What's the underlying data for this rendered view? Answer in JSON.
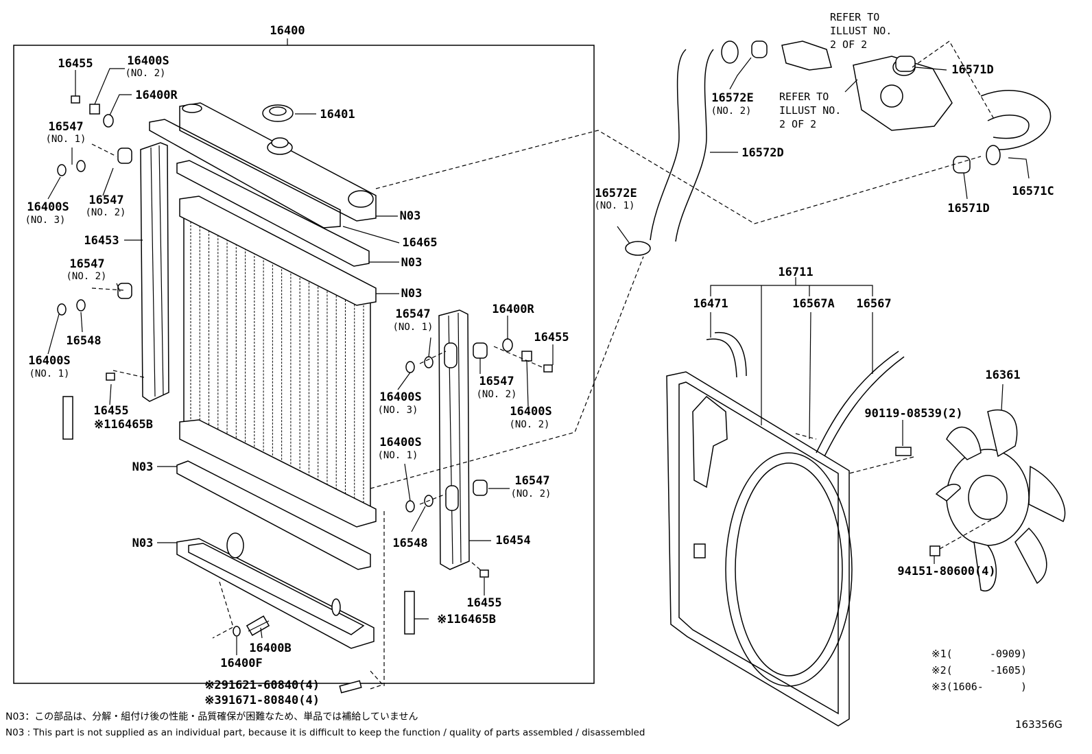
{
  "assembly": "16400",
  "labels": {
    "p16455a": "16455",
    "p16400s_a": "16400S",
    "p16400s_a_sub": "(NO. 2)",
    "p16400r_a": "16400R",
    "p16401": "16401",
    "p16547_a": "16547",
    "p16547_a_sub": "(NO. 1)",
    "p16400s_b": "16400S",
    "p16400s_b_sub": "(NO. 3)",
    "p16547_b": "16547",
    "p16547_b_sub": "(NO. 2)",
    "p16453": "16453",
    "p16547_c": "16547",
    "p16547_c_sub": "(NO. 2)",
    "p16548_a": "16548",
    "p16400s_c": "16400S",
    "p16400s_c_sub": "(NO. 1)",
    "p16455b": "16455",
    "p16465b_a": "※116465B",
    "n03_a": "N03",
    "p16465": "16465",
    "n03_b": "N03",
    "n03_c": "N03",
    "n03_d": "N03",
    "n03_e": "N03",
    "p16547_d": "16547",
    "p16547_d_sub": "(NO. 1)",
    "p16400r_b": "16400R",
    "p16455c": "16455",
    "p16547_e": "16547",
    "p16547_e_sub": "(NO. 2)",
    "p16400s_d": "16400S",
    "p16400s_d_sub": "(NO. 3)",
    "p16400s_e": "16400S",
    "p16400s_e_sub": "(NO. 2)",
    "p16400s_f": "16400S",
    "p16400s_f_sub": "(NO. 1)",
    "p16547_f": "16547",
    "p16547_f_sub": "(NO. 2)",
    "p16548_b": "16548",
    "p16454": "16454",
    "p16455d": "16455",
    "p16465b_b": "※116465B",
    "p16400b": "16400B",
    "p16400f": "16400F",
    "bolt1": "※291621-60840(4)",
    "bolt2": "※391671-80840(4)",
    "p16572e_a": "16572E",
    "p16572e_a_sub": "(NO. 2)",
    "p16572d": "16572D",
    "p16572e_b": "16572E",
    "p16572e_b_sub": "(NO. 1)",
    "p16571d_a": "16571D",
    "p16571c": "16571C",
    "p16571d_b": "16571D",
    "p16711": "16711",
    "p16471": "16471",
    "p16567a": "16567A",
    "p16567": "16567",
    "p16361": "16361",
    "bolt3": "90119-08539(2)",
    "nut1": "94151-80600(4)"
  },
  "refer1": [
    "REFER TO",
    "ILLUST NO.",
    "2 OF 2"
  ],
  "refer2": [
    "REFER TO",
    "ILLUST NO.",
    "2 OF 2"
  ],
  "footnotes": {
    "n1": "※1(      -0909)",
    "n2": "※2(      -1605)",
    "n3": "※3(1606-      )"
  },
  "notes": {
    "jp": "N03：この部品は、分解・組付け後の性能・品質確保が困難なため、単品では補給していません",
    "en": "N03 : This part is not supplied as an individual part, because it is difficult to keep the function / quality of parts assembled / disassembled"
  },
  "figure_id": "163356G"
}
